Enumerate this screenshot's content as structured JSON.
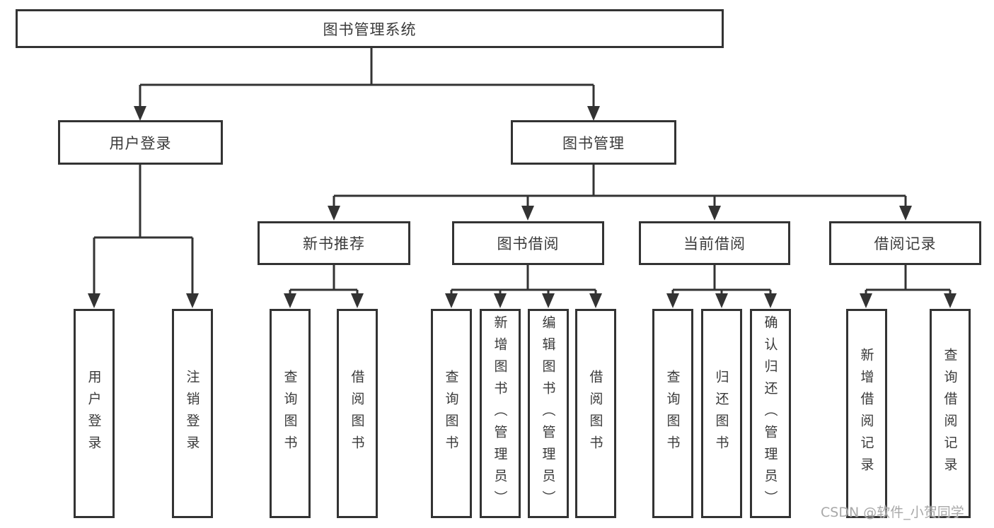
{
  "tree": {
    "root": {
      "label": "图书管理系统"
    },
    "level1": [
      {
        "label": "用户登录",
        "leaves": [
          {
            "label": "用户登录"
          },
          {
            "label": "注销登录"
          }
        ]
      },
      {
        "label": "图书管理",
        "groups": [
          {
            "label": "新书推荐",
            "leaves": [
              {
                "label": "查询图书"
              },
              {
                "label": "借阅图书"
              }
            ]
          },
          {
            "label": "图书借阅",
            "leaves": [
              {
                "label": "查询图书"
              },
              {
                "label": "新增图书（管理员）"
              },
              {
                "label": "编辑图书（管理员）"
              },
              {
                "label": "借阅图书"
              }
            ]
          },
          {
            "label": "当前借阅",
            "leaves": [
              {
                "label": "查询图书"
              },
              {
                "label": "归还图书"
              },
              {
                "label": "确认归还（管理员）"
              }
            ]
          },
          {
            "label": "借阅记录",
            "leaves": [
              {
                "label": "新增借阅记录"
              },
              {
                "label": "查询借阅记录"
              }
            ]
          }
        ]
      }
    ]
  },
  "watermark": {
    "text": "CSDN @软件_小贺同学"
  },
  "colors": {
    "line": "#333333",
    "text": "#3a3a3a",
    "watermark": "#a8a8a8",
    "background": "#ffffff"
  }
}
